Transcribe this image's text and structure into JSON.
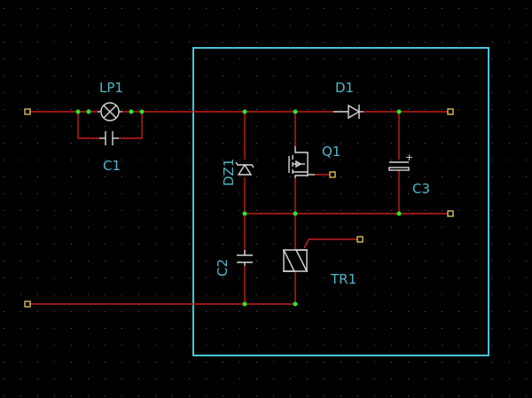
{
  "colors": {
    "background": "#000000",
    "grid_dot": "#5a5a5a",
    "wire": "#c81e1e",
    "component": "#d8d8d8",
    "junction": "#2ee62e",
    "pin": "#e0d060",
    "label": "#4fb8c8",
    "frame": "#49c5d8"
  },
  "components": {
    "lp1": "LP1",
    "c1": "C1",
    "d1": "D1",
    "q1": "Q1",
    "dz1": "DZ1",
    "c3": "C3",
    "c2": "C2",
    "tr1": "TR1"
  },
  "icons": {
    "lamp": "lamp-icon",
    "capacitor": "capacitor-icon",
    "diode": "diode-icon",
    "zener": "zener-diode-icon",
    "mosfet": "mosfet-icon",
    "electrolytic": "electrolytic-capacitor-icon",
    "triac": "triac-icon"
  },
  "c3_polarity": "+"
}
